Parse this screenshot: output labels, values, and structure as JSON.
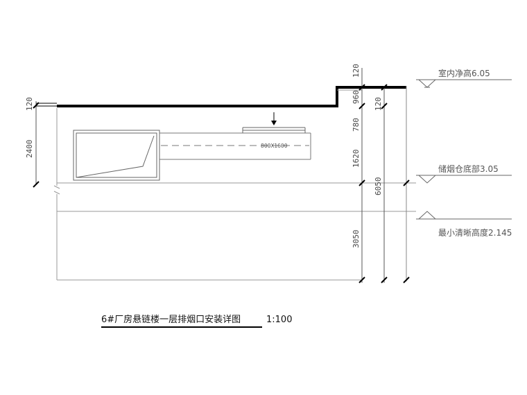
{
  "levels": {
    "top": "室内净高6.05",
    "mid": "储烟仓底部3.05",
    "low": "最小清晰高度2.145"
  },
  "dimensions": {
    "left_120": "120",
    "left_2400": "2400",
    "c1_120": "120",
    "c1_960": "960",
    "c1_780": "780",
    "c1_1620": "1620",
    "c1_3050": "3050",
    "c2_120": "120",
    "c2_6050": "6050"
  },
  "duct_label": "800X1600",
  "title": {
    "main": "6#厂房悬链楼一层排烟口安装详图",
    "scale": "1:100"
  }
}
